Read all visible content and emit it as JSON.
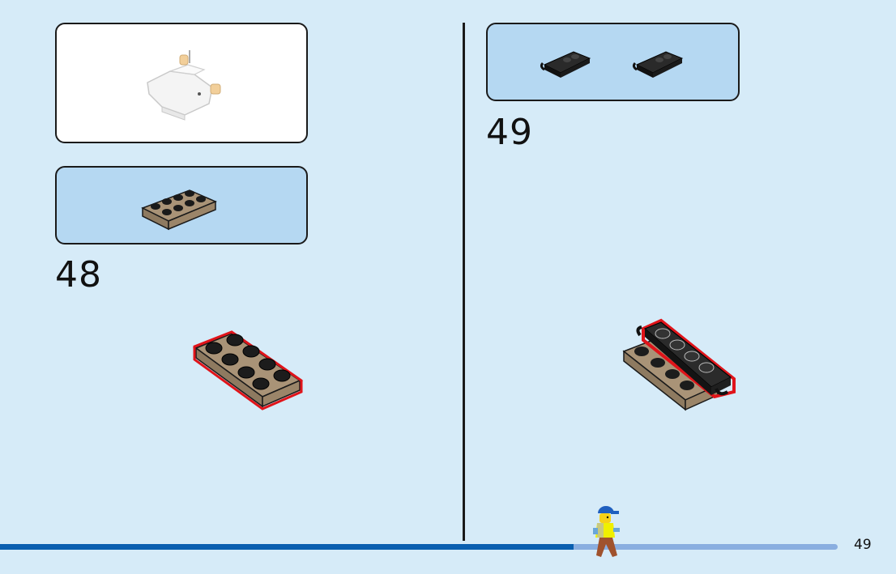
{
  "steps": [
    {
      "number": "48"
    },
    {
      "number": "49"
    }
  ],
  "page": {
    "number": "49"
  },
  "progress": {
    "fraction": 0.685
  },
  "parts": {
    "step48_callout": {
      "description_icon": "tan-plate-2x4-icon"
    },
    "step49_callout": {
      "description_icon": "black-plate-clip-icon"
    }
  },
  "colors": {
    "background": "#d6ebf8",
    "callout_blue": "#b5d8f2",
    "tan": "#a08a70",
    "black_brick": "#1c1c1c",
    "highlight_red": "#e0141a",
    "progress_dark": "#0a5fb0",
    "progress_light": "#8aaee0"
  }
}
